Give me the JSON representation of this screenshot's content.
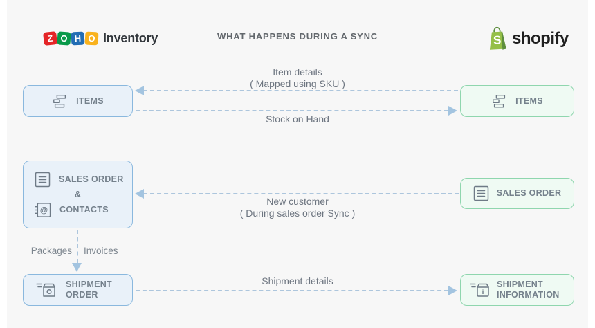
{
  "header": {
    "zoho_logo": {
      "letters": [
        "Z",
        "O",
        "H",
        "O"
      ],
      "tile_colors": [
        "#e42527",
        "#089949",
        "#226db4",
        "#f9b21d"
      ],
      "product": "Inventory"
    },
    "title": "WHAT HAPPENS DURING A SYNC",
    "shopify_logo": {
      "wordmark": "shopify",
      "bag_letter": "S",
      "bag_color": "#95bf47",
      "bag_shade_color": "#5e8e3e"
    }
  },
  "zoho_column": {
    "items_box": {
      "icon": "items-icon",
      "label": "ITEMS"
    },
    "sales_order_contacts_box": {
      "icon_top": "sales-order-icon",
      "line1": "SALES ORDER",
      "connector": "&",
      "icon_bottom": "contacts-icon",
      "line2": "CONTACTS"
    },
    "shipment_order_box": {
      "icon": "shipment-order-icon",
      "line1": "SHIPMENT",
      "line2": "ORDER"
    }
  },
  "shopify_column": {
    "items_box": {
      "icon": "items-icon",
      "label": "ITEMS"
    },
    "sales_order_box": {
      "icon": "sales-order-icon",
      "label": "SALES ORDER"
    },
    "shipment_information_box": {
      "icon": "shipment-info-icon",
      "line1": "SHIPMENT",
      "line2": "INFORMATION"
    }
  },
  "flows": {
    "item_details": {
      "label_line1": "Item details",
      "label_line2": "( Mapped using SKU )",
      "from": "shopify-items",
      "to": "zoho-items",
      "direction": "left"
    },
    "stock_on_hand": {
      "label": "Stock on Hand",
      "from": "zoho-items",
      "to": "shopify-items",
      "direction": "right"
    },
    "new_customer": {
      "label_line1": "New customer",
      "label_line2": "( During sales order Sync )",
      "from": "shopify-sales-order",
      "to": "zoho-sales-order-contacts",
      "direction": "left"
    },
    "packages_invoices": {
      "label_left": "Packages",
      "label_right": "Invoices",
      "from": "zoho-sales-order-contacts",
      "to": "zoho-shipment-order",
      "direction": "down"
    },
    "shipment_details": {
      "label": "Shipment details",
      "from": "zoho-shipment-order",
      "to": "shopify-shipment-information",
      "direction": "right"
    }
  },
  "icons": {
    "contacts_glyph": "@",
    "shipment_info_glyph": "i"
  },
  "colors": {
    "background": "#f7f7f7",
    "zoho_box_fill": "#e9f1f9",
    "zoho_box_border": "#8ab8de",
    "shopify_box_fill": "#effaf3",
    "shopify_box_border": "#8fd6ae",
    "arrow": "#a3c4e0",
    "dash": "#adc6dd",
    "flow_label_text": "#6d7580",
    "box_label_text": "#75818c"
  }
}
